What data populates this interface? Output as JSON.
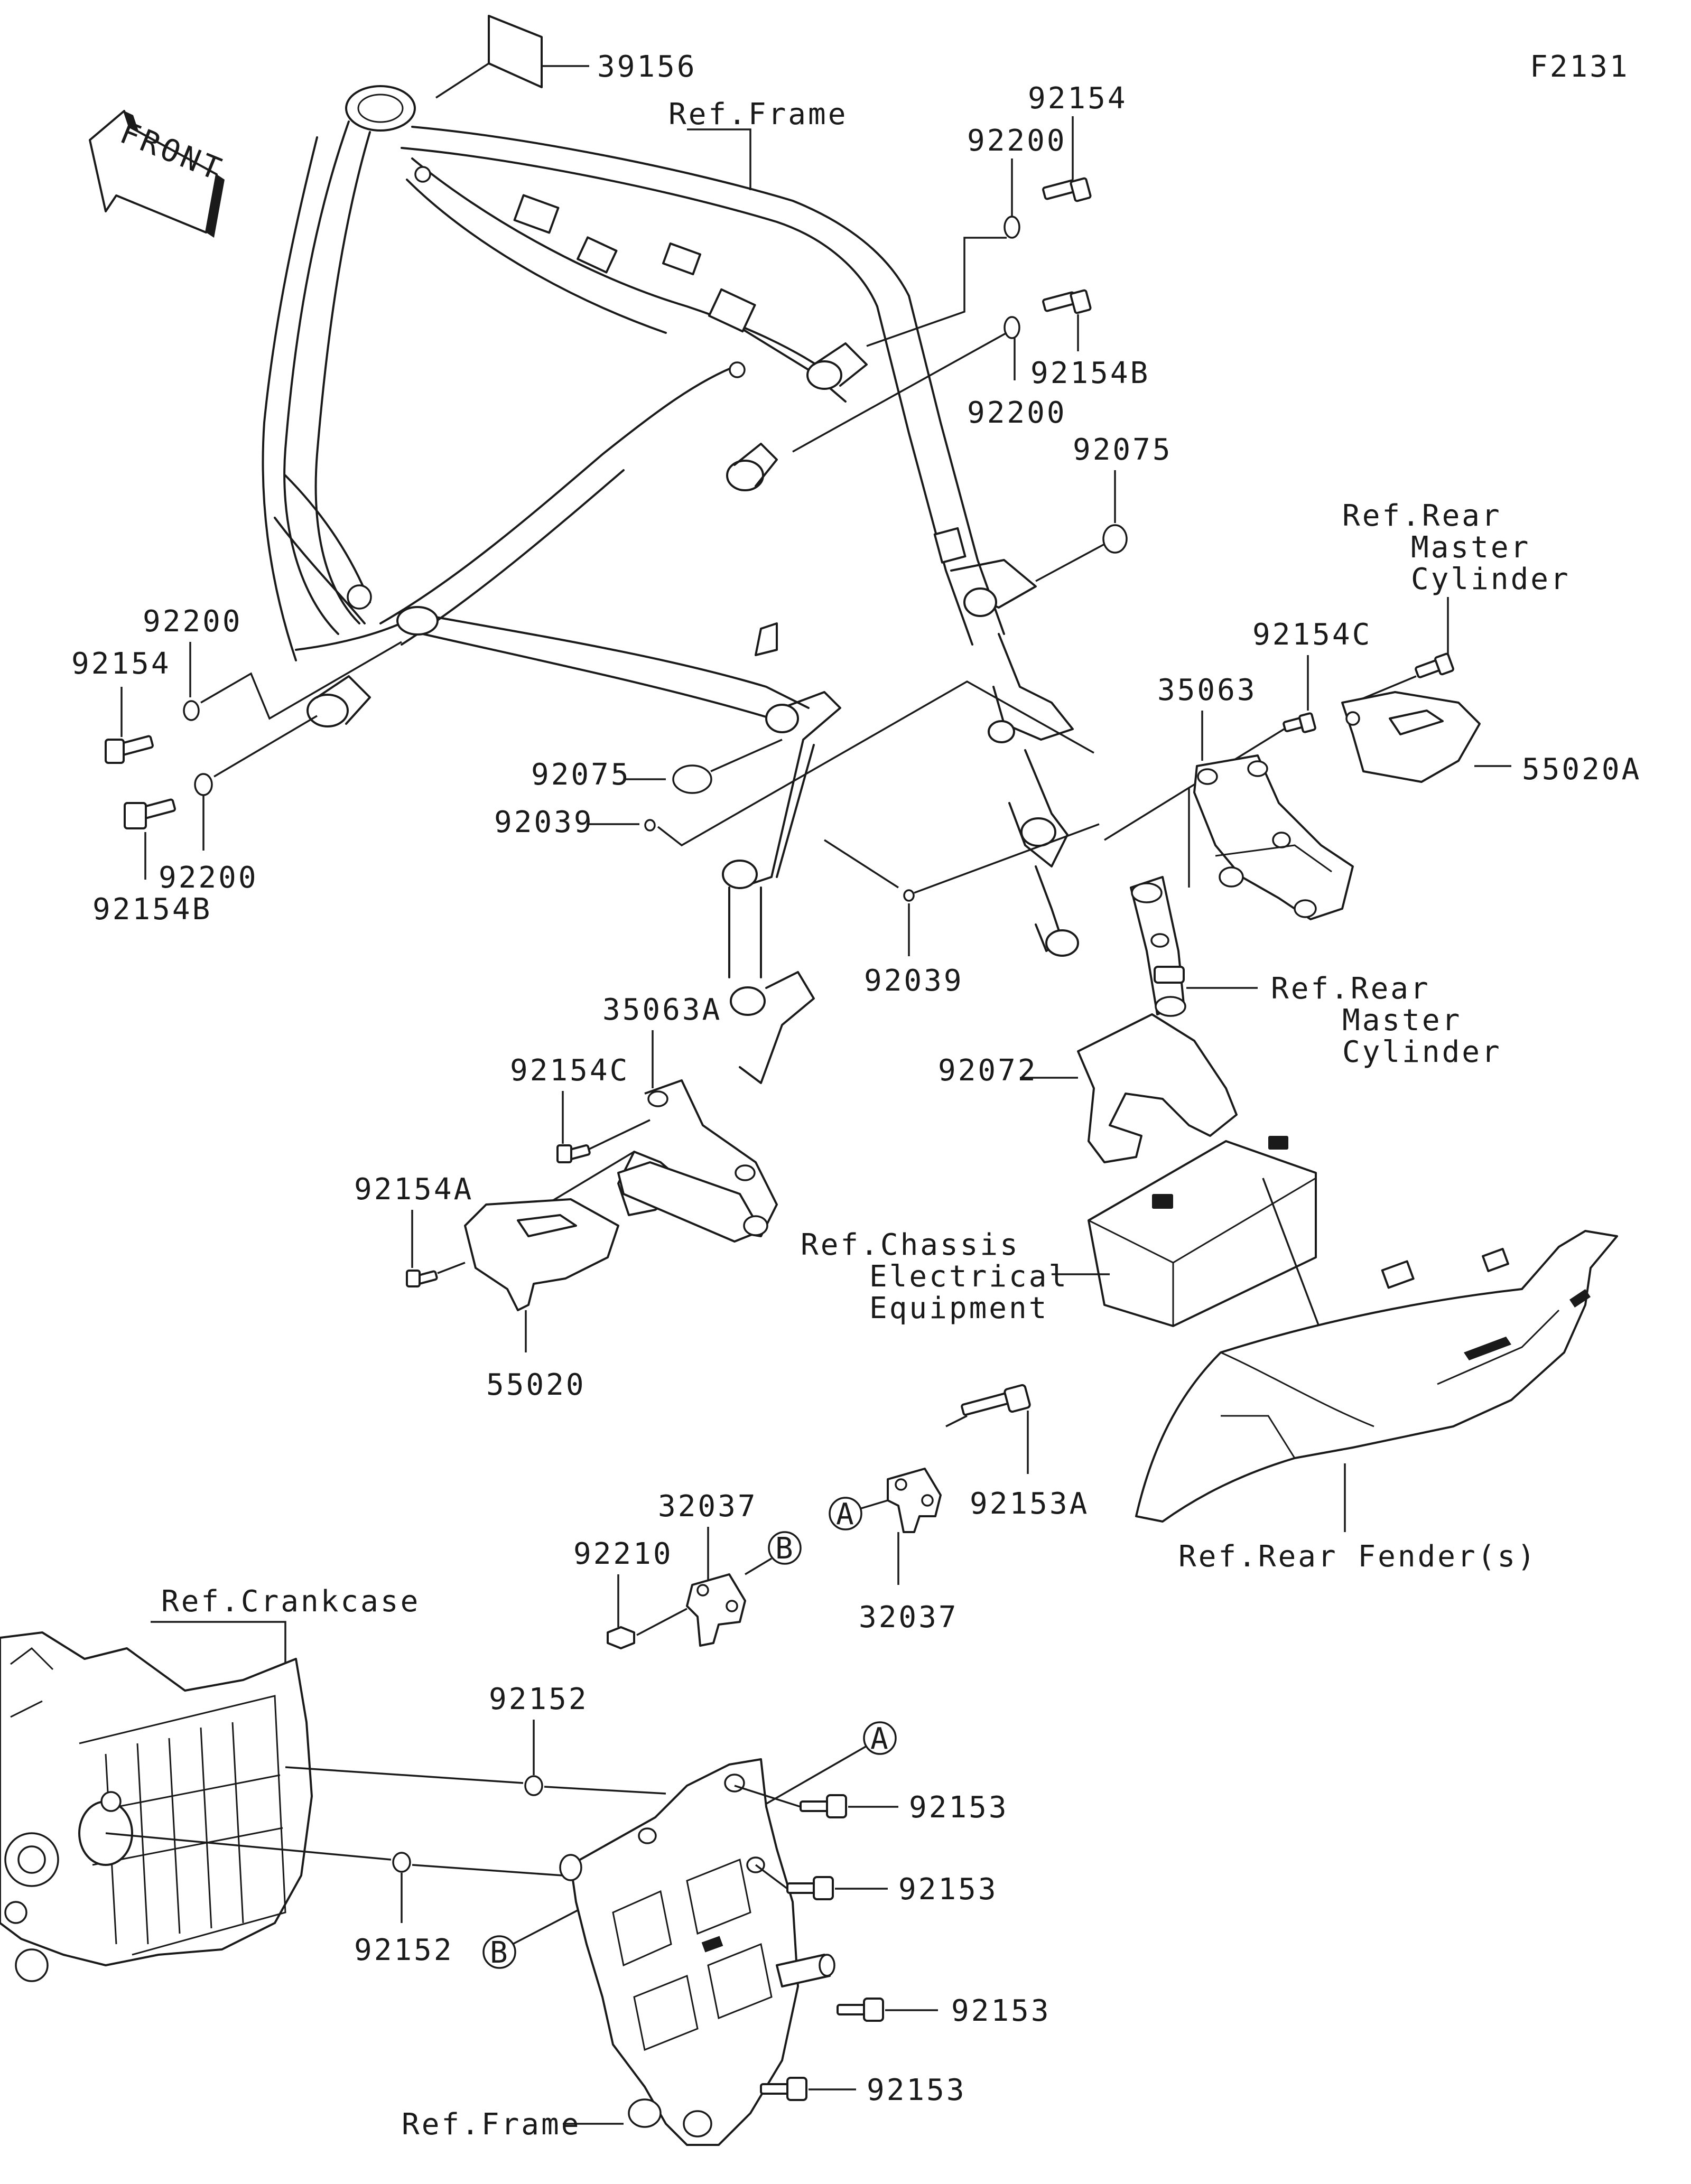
{
  "figure_code": "F2131",
  "front_label": "FRONT",
  "circle_markers": {
    "A": "A",
    "B": "B"
  },
  "parts": {
    "p39156": "39156",
    "ref_frame_top": "Ref.Frame",
    "p92154_top": "92154",
    "p92200_top": "92200",
    "p92154B_top": "92154B",
    "p92200_mid": "92200",
    "p92075_right": "92075",
    "ref_rear_master_top_1": "Ref.Rear",
    "ref_rear_master_top_2": "Master",
    "ref_rear_master_top_3": "Cylinder",
    "p92154C_right": "92154C",
    "p35063": "35063",
    "p55020A": "55020A",
    "p92200_left": "92200",
    "p92154_left": "92154",
    "p92075_left": "92075",
    "p92039_left": "92039",
    "p92200_left_low": "92200",
    "p92154B_left": "92154B",
    "p92039_mid": "92039",
    "ref_rear_master_bot_1": "Ref.Rear",
    "ref_rear_master_bot_2": "Master",
    "ref_rear_master_bot_3": "Cylinder",
    "p35063A": "35063A",
    "p92072": "92072",
    "p92154C_left": "92154C",
    "p92154A": "92154A",
    "ref_chassis_1": "Ref.Chassis",
    "ref_chassis_2": "Electrical",
    "ref_chassis_3": "Equipment",
    "p55020": "55020",
    "p32037_top": "32037",
    "p92153A": "92153A",
    "p92210": "92210",
    "p32037_bot": "32037",
    "ref_rear_fender": "Ref.Rear Fender(s)",
    "ref_crankcase": "Ref.Crankcase",
    "p92152_top": "92152",
    "p92153_1": "92153",
    "p92153_2": "92153",
    "p92152_bot": "92152",
    "p92153_3": "92153",
    "p92153_4": "92153",
    "ref_frame_bot": "Ref.Frame"
  }
}
